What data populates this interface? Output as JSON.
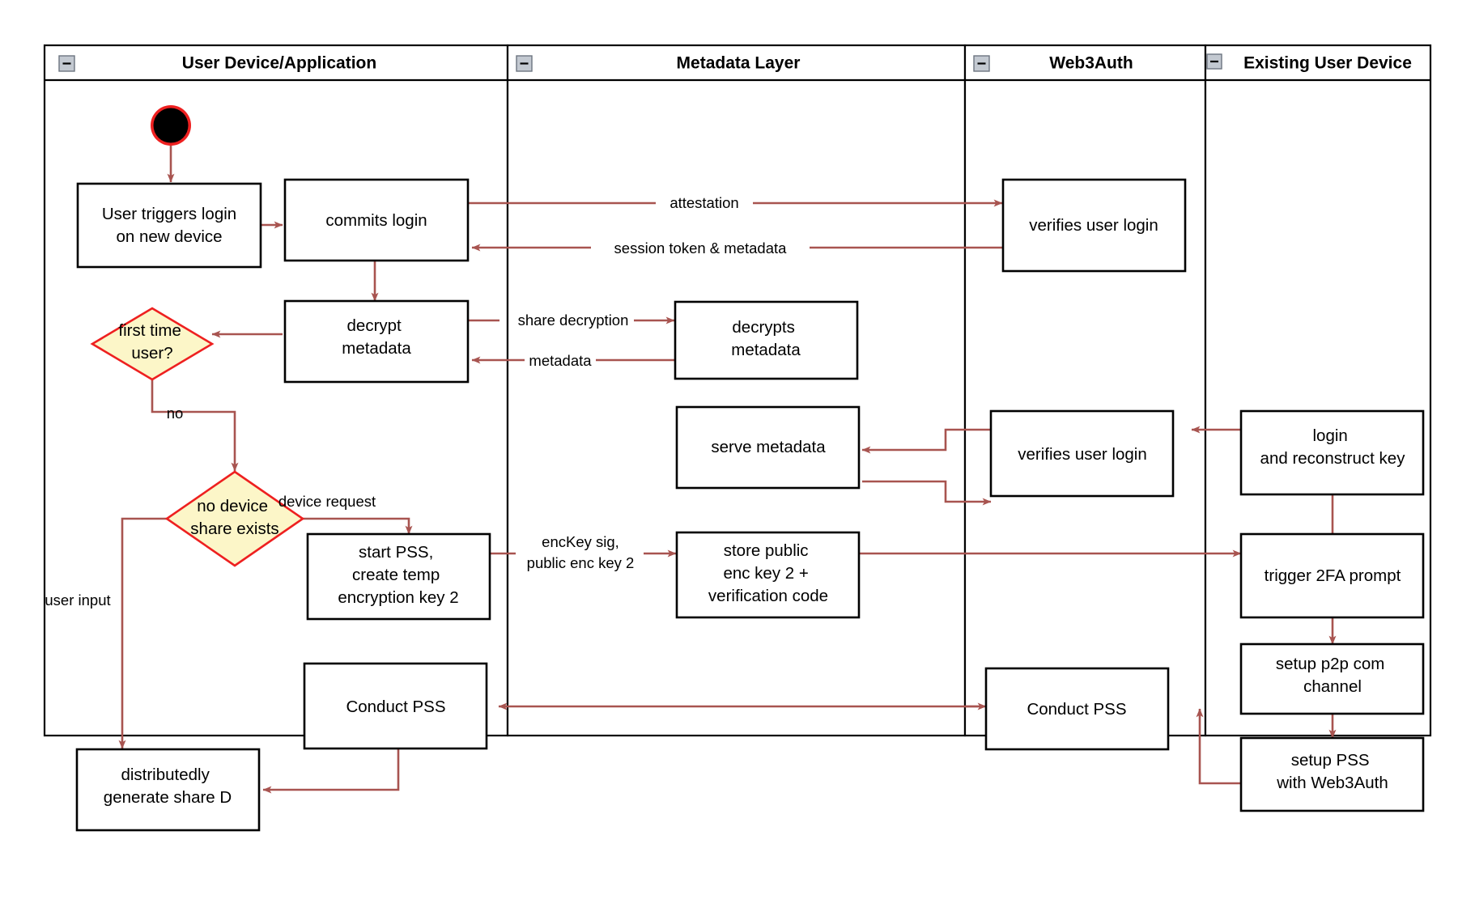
{
  "diagram": {
    "title": "Web3Auth new-device login activity diagram",
    "colors": {
      "edge": "#a85450",
      "decision_fill": "#fcf6c8",
      "decision_stroke": "#ee2020",
      "node_fill": "#ffffff",
      "node_stroke": "#000000",
      "lane_stroke": "#000000",
      "collapse_icon_fill": "#c3c9d1",
      "start_ring": "#ee2020",
      "start_fill": "#000000"
    },
    "lanes": [
      {
        "id": "lane-user-device",
        "label": "User Device/Application",
        "collapse_icon": "minus-square-icon"
      },
      {
        "id": "lane-metadata",
        "label": "Metadata Layer",
        "collapse_icon": "minus-square-icon"
      },
      {
        "id": "lane-web3auth",
        "label": "Web3Auth",
        "collapse_icon": "minus-square-icon"
      },
      {
        "id": "lane-existing-device",
        "label": "Existing User Device",
        "collapse_icon": "minus-square-icon"
      }
    ],
    "nodes": [
      {
        "id": "start",
        "type": "start",
        "lane": "lane-user-device",
        "label": ""
      },
      {
        "id": "user-triggers",
        "type": "action",
        "lane": "lane-user-device",
        "label": "User triggers login\non new device"
      },
      {
        "id": "commits-login",
        "type": "action",
        "lane": "lane-user-device",
        "label": "commits login"
      },
      {
        "id": "decrypt-metadata",
        "type": "action",
        "lane": "lane-user-device",
        "label": "decrypt\nmetadata"
      },
      {
        "id": "first-time-user",
        "type": "decision",
        "lane": "lane-user-device",
        "label": "first time\nuser?"
      },
      {
        "id": "no-device-share",
        "type": "decision",
        "lane": "lane-user-device",
        "label": "no device\nshare exists"
      },
      {
        "id": "start-pss",
        "type": "action",
        "lane": "lane-user-device",
        "label": "start PSS,\ncreate temp\nencryption key 2"
      },
      {
        "id": "conduct-pss-user",
        "type": "action",
        "lane": "lane-user-device",
        "label": "Conduct PSS"
      },
      {
        "id": "generate-share-d",
        "type": "action",
        "lane": "lane-user-device",
        "label": "distributedly\ngenerate share D"
      },
      {
        "id": "decrypts-metadata",
        "type": "action",
        "lane": "lane-metadata",
        "label": "decrypts\nmetadata"
      },
      {
        "id": "serve-metadata",
        "type": "action",
        "lane": "lane-metadata",
        "label": "serve metadata"
      },
      {
        "id": "store-public-key",
        "type": "action",
        "lane": "lane-metadata",
        "label": "store public\nenc key 2 +\nverification code"
      },
      {
        "id": "verifies-login-1",
        "type": "action",
        "lane": "lane-web3auth",
        "label": "verifies user login"
      },
      {
        "id": "verifies-login-2",
        "type": "action",
        "lane": "lane-web3auth",
        "label": "verifies user login"
      },
      {
        "id": "conduct-pss-w3a",
        "type": "action",
        "lane": "lane-web3auth",
        "label": "Conduct PSS"
      },
      {
        "id": "login-reconstruct",
        "type": "action",
        "lane": "lane-existing-device",
        "label": "login\nand reconstruct key"
      },
      {
        "id": "trigger-2fa",
        "type": "action",
        "lane": "lane-existing-device",
        "label": "trigger 2FA prompt"
      },
      {
        "id": "setup-p2p",
        "type": "action",
        "lane": "lane-existing-device",
        "label": "setup p2p com\nchannel"
      },
      {
        "id": "setup-pss",
        "type": "action",
        "lane": "lane-existing-device",
        "label": "setup PSS\nwith Web3Auth"
      }
    ],
    "edge_labels": [
      {
        "id": "label-attestation",
        "text": "attestation"
      },
      {
        "id": "label-session-token",
        "text": "session token & metadata"
      },
      {
        "id": "label-share-decrypt",
        "text": "share decryption"
      },
      {
        "id": "label-metadata",
        "text": "metadata"
      },
      {
        "id": "label-no",
        "text": "no"
      },
      {
        "id": "label-device-request",
        "text": "device request"
      },
      {
        "id": "label-user-input",
        "text": "user input"
      },
      {
        "id": "label-enckey-1",
        "text": "encKey sig,"
      },
      {
        "id": "label-enckey-2",
        "text": "public enc key 2"
      }
    ]
  }
}
